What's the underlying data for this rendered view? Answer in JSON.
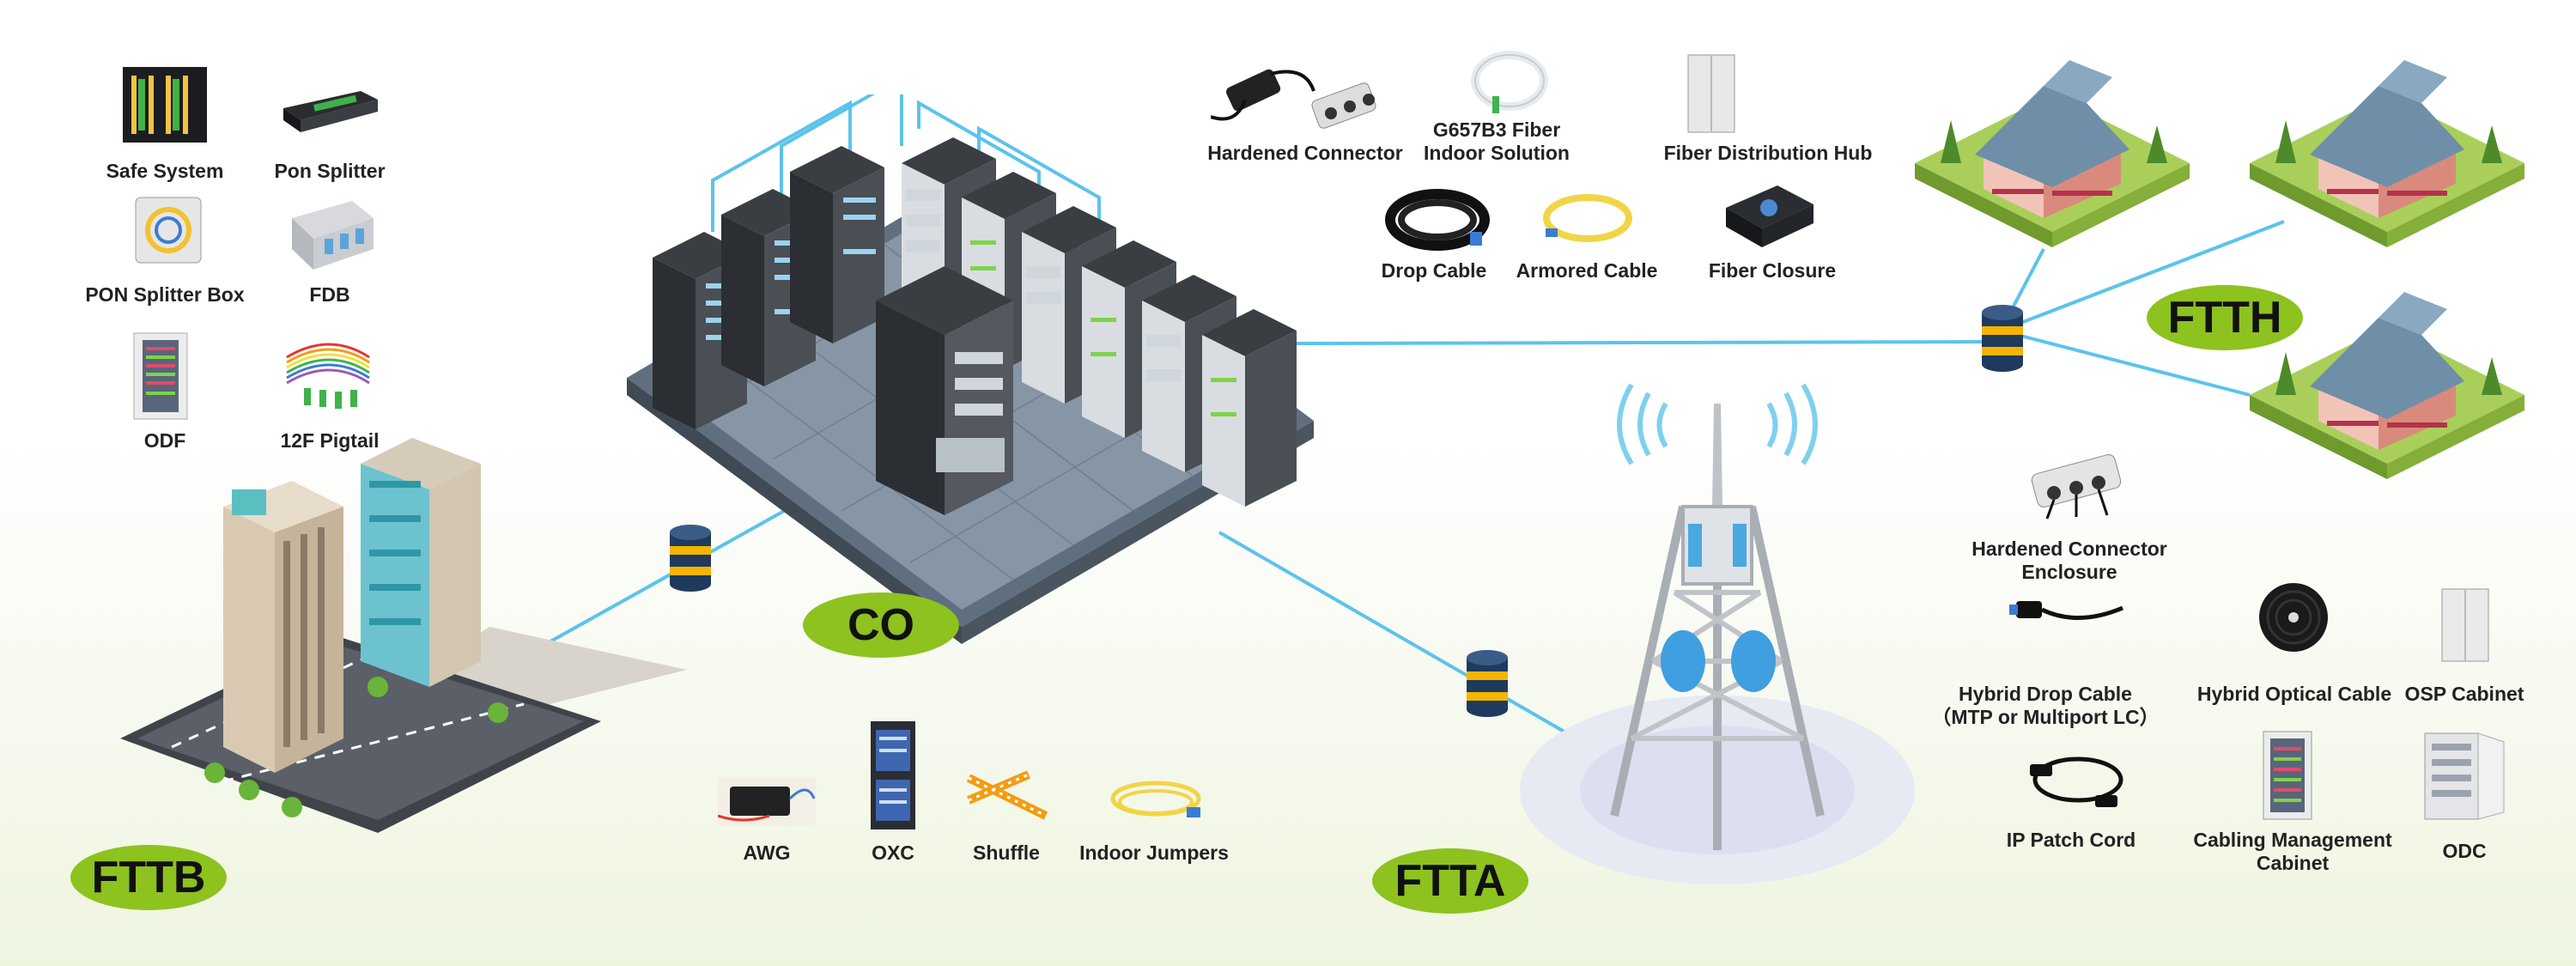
{
  "sections": {
    "co": "CO",
    "ftth": "FTTH",
    "fttb": "FTTB",
    "ftta": "FTTA"
  },
  "products": {
    "safe_system": "Safe System",
    "pon_splitter": "Pon Splitter",
    "pon_splitter_box": "PON Splitter Box",
    "fdb": "FDB",
    "odf": "ODF",
    "pigtail_12f": "12F Pigtail",
    "hardened_connector": "Hardened Connector",
    "g657b3_line1": "G657B3 Fiber",
    "g657b3_line2": "Indoor Solution",
    "fiber_distribution_hub": "Fiber Distribution Hub",
    "drop_cable": "Drop Cable",
    "armored_cable": "Armored Cable",
    "fiber_closure": "Fiber Closure",
    "hce_line1": "Hardened Connector",
    "hce_line2": "Enclosure",
    "hybrid_drop_line1": "Hybrid Drop Cable",
    "hybrid_drop_line2": "（MTP or Multiport LC）",
    "hybrid_optical_cable": "Hybrid Optical Cable",
    "osp_cabinet": "OSP Cabinet",
    "ip_patch_cord": "IP Patch Cord",
    "cmc_line1": "Cabling Management",
    "cmc_line2": "Cabinet",
    "odc": "ODC",
    "awg": "AWG",
    "oxc": "OXC",
    "shuffle": "Shuffle",
    "indoor_jumpers": "Indoor Jumpers"
  },
  "colors": {
    "link": "#5bc3ec",
    "pill": "#8dc21f",
    "node_gold": "#f4b400",
    "node_navy": "#1f3a5c"
  },
  "icons": [
    "server-rack-icon",
    "splitter-icon",
    "splitter-box-icon",
    "fdb-icon",
    "odf-icon",
    "pigtail-icon",
    "hardened-connector-icon",
    "fiber-coil-icon",
    "cabinet-icon",
    "drop-cable-icon",
    "armored-cable-icon",
    "closure-icon",
    "hybrid-drop-cable-icon",
    "cable-reel-icon",
    "patch-cord-icon",
    "awg-icon",
    "oxc-icon",
    "shuffle-icon",
    "jumper-icon",
    "house-icon",
    "building-icon",
    "tower-icon",
    "network-node-icon",
    "datacenter-icon"
  ]
}
